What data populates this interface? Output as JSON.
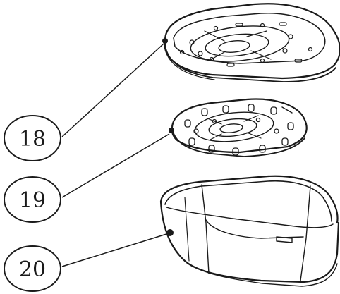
{
  "callouts": [
    {
      "id": "18",
      "label": "18"
    },
    {
      "id": "19",
      "label": "19"
    },
    {
      "id": "20",
      "label": "20"
    }
  ],
  "colors": {
    "ink": "#1a1a1a",
    "background": "#ffffff"
  }
}
